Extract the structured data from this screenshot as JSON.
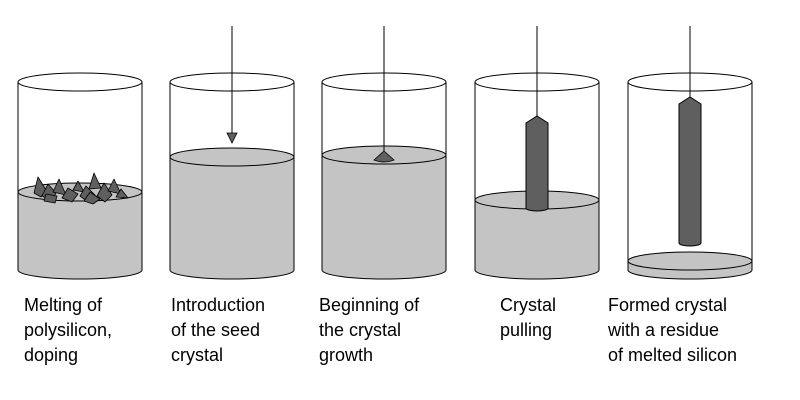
{
  "colors": {
    "melt": "#c4c4c4",
    "crystal": "#5f5f5f",
    "outline": "#000000",
    "background": "#ffffff"
  },
  "stages": [
    {
      "id": "melting",
      "caption": [
        "Melting of",
        "polysilicon,",
        "doping"
      ]
    },
    {
      "id": "seed-introduction",
      "caption": [
        "Introduction",
        "of the seed",
        "crystal"
      ]
    },
    {
      "id": "growth-beginning",
      "caption": [
        "Beginning of",
        "the crystal",
        "growth"
      ]
    },
    {
      "id": "pulling",
      "caption": [
        "Crystal",
        "pulling"
      ]
    },
    {
      "id": "formed",
      "caption": [
        "Formed crystal",
        "with a residue",
        "of melted silicon"
      ]
    }
  ]
}
